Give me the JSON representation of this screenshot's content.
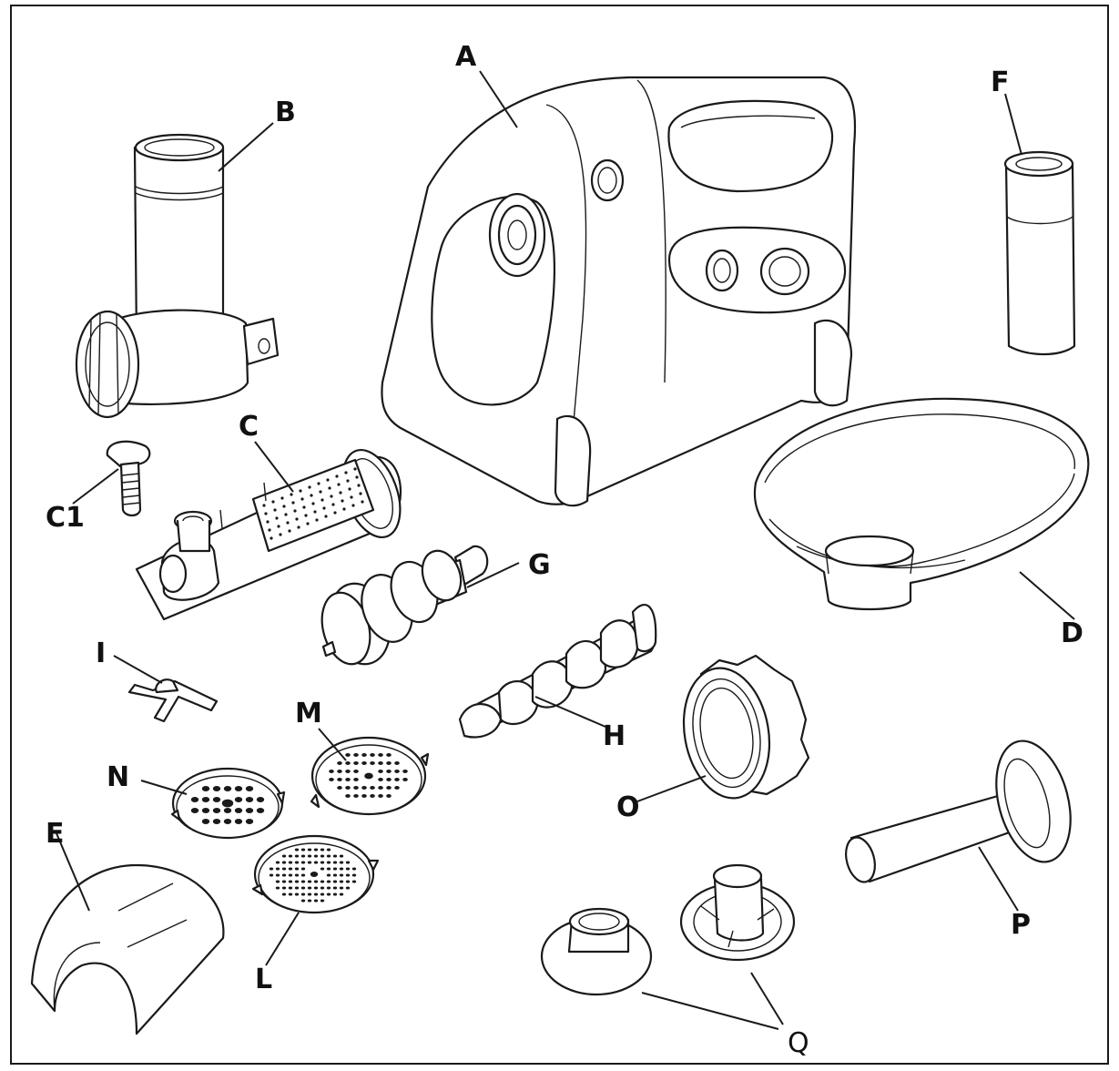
{
  "labels": {
    "A": "A",
    "B": "B",
    "C": "C",
    "C1": "C1",
    "D": "D",
    "E": "E",
    "F": "F",
    "G": "G",
    "H": "H",
    "I": "I",
    "L": "L",
    "M": "M",
    "N": "N",
    "O": "O",
    "P": "P",
    "Q": "Q"
  }
}
